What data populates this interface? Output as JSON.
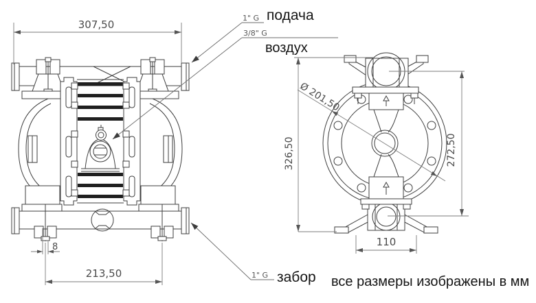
{
  "annotations": {
    "supply_thread": "1\" G",
    "supply_label": "подача",
    "air_thread": "3/8\" G",
    "air_label": "воздух",
    "intake_thread": "1\" G",
    "intake_label": "забор",
    "units_note": "все размеры изображены в мм"
  },
  "front_view": {
    "dim_overall_width": "307,50",
    "dim_foot_offset": "8",
    "dim_port_spacing": "213,50"
  },
  "side_view": {
    "dim_flange_diameter": "Ø 201,50",
    "dim_overall_height": "326,50",
    "dim_port_height": "272,50",
    "dim_foot_width": "110"
  },
  "colors": {
    "drawing_line": "#3d3d3d",
    "dimension_line": "#7a7a7a",
    "dimension_text": "#4a4a4a",
    "label_text": "#141414",
    "paper": "#ffffff"
  }
}
